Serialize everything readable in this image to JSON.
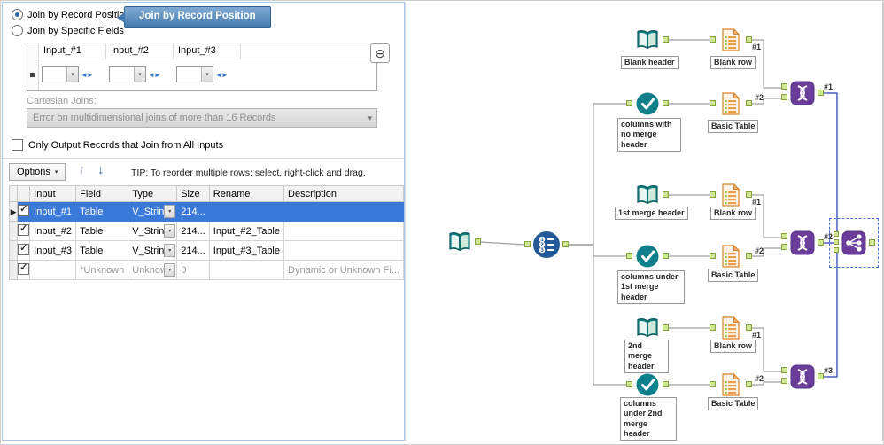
{
  "config": {
    "callout": "Join by Record Position",
    "radios": [
      {
        "label": "Join by Record Position",
        "selected": true
      },
      {
        "label": "Join by Specific Fields",
        "selected": false
      }
    ],
    "fields_table": {
      "columns": [
        "Input_#1",
        "Input_#2",
        "Input_#3"
      ]
    },
    "cartesian": {
      "label": "Cartesian Joins:",
      "value": "Error on multidimensional joins of more than 16 Records"
    },
    "output_checkbox": "Only Output Records that Join from All Inputs",
    "options": {
      "button": "Options",
      "tip": "TIP: To reorder multiple rows: select, right-click and drag."
    },
    "grid": {
      "headers": [
        "Input",
        "Field",
        "Type",
        "Size",
        "Rename",
        "Description"
      ],
      "rows": [
        {
          "input": "Input_#1",
          "field": "Table",
          "type": "V_String",
          "size": "214...",
          "rename": "",
          "description": ""
        },
        {
          "input": "Input_#2",
          "field": "Table",
          "type": "V_String",
          "size": "214...",
          "rename": "Input_#2_Table",
          "description": ""
        },
        {
          "input": "Input_#3",
          "field": "Table",
          "type": "V_String",
          "size": "214...",
          "rename": "Input_#3_Table",
          "description": ""
        },
        {
          "input": "",
          "field": "*Unknown",
          "type": "Unknown",
          "size": "0",
          "rename": "",
          "description": "Dynamic or Unknown Fi..."
        }
      ]
    }
  },
  "canvas": {
    "groups": [
      {
        "source_label": "Blank header",
        "row_label": "Blank row",
        "select_label": "columns with no merge header",
        "table_label": "Basic Table",
        "in1": "#1",
        "in2": "#2",
        "out": "#1"
      },
      {
        "source_label": "1st merge header",
        "row_label": "Blank row",
        "select_label": "columns under 1st merge header",
        "table_label": "Basic Table",
        "in1": "#1",
        "in2": "#2",
        "out": "#2"
      },
      {
        "source_label": "2nd merge header",
        "row_label": "Blank row",
        "select_label": "columns under 2nd merge header",
        "table_label": "Basic Table",
        "in1": "#1",
        "in2": "#2",
        "out": "#3"
      }
    ]
  },
  "icons": {
    "minus_button": "⊖",
    "dropdown_caret": "▾",
    "swap_arrows": "◄►",
    "up_arrow": "↑",
    "down_arrow": "↓",
    "current_row": "▶"
  },
  "colors": {
    "callout_blue": "#447aae",
    "selection_blue": "#3b79d8",
    "tool_purple": "#6a3d9a",
    "tool_teal": "#0e7f8b",
    "tool_orange": "#d9822b",
    "anchor_green": "#cfe793",
    "wire_gray": "#a0a0a0",
    "wire_blue": "#4a5ec4"
  }
}
